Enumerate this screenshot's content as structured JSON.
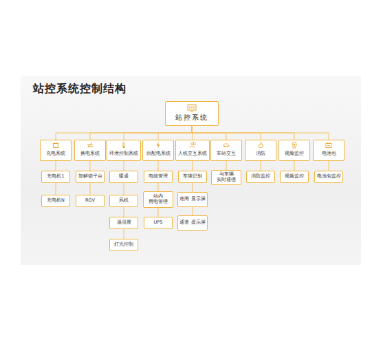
{
  "diagram": {
    "title": "站控系统控制结构",
    "nodes": [
      {
        "text": [
          "站控系统"
        ]
      },
      {
        "text": [
          "充电系统"
        ]
      },
      {
        "text": [
          "换电系统"
        ]
      },
      {
        "text": [
          "环境控制系统"
        ]
      },
      {
        "text": [
          "供配电系统"
        ]
      },
      {
        "text": [
          "人机交互系统"
        ]
      },
      {
        "text": [
          "车站交互"
        ]
      },
      {
        "text": [
          "消防"
        ]
      },
      {
        "text": [
          "视频监控"
        ]
      },
      {
        "text": [
          "电池包"
        ]
      },
      {
        "text": [
          "充电机1"
        ]
      },
      {
        "text": [
          "充电机N"
        ]
      },
      {
        "text": [
          "加解锁平台"
        ]
      },
      {
        "text": [
          "RGV"
        ]
      },
      {
        "text": [
          "暖通"
        ]
      },
      {
        "text": [
          "风机"
        ]
      },
      {
        "text": [
          "温湿度"
        ]
      },
      {
        "text": [
          "灯光控制"
        ]
      },
      {
        "text": [
          "电能管理"
        ]
      },
      {
        "text": [
          "站内 用电管理"
        ]
      },
      {
        "text": [
          "UPS"
        ]
      },
      {
        "text": [
          "车牌识别"
        ]
      },
      {
        "text": [
          "道闸 显示屏"
        ]
      },
      {
        "text": [
          "通道 提示屏"
        ]
      },
      {
        "text": [
          "与车辆 实时通信"
        ]
      },
      {
        "text": [
          "消防监控"
        ]
      },
      {
        "text": [
          "视频监控"
        ]
      },
      {
        "text": [
          "电池包监控"
        ]
      }
    ],
    "edges": [
      {
        "from": 0,
        "to": 1,
        "arrow": "none"
      },
      {
        "from": 0,
        "to": 2,
        "arrow": "none"
      },
      {
        "from": 0,
        "to": 3,
        "arrow": "none"
      },
      {
        "from": 0,
        "to": 4,
        "arrow": "none"
      },
      {
        "from": 0,
        "to": 5,
        "arrow": "none"
      },
      {
        "from": 0,
        "to": 6,
        "arrow": "none"
      },
      {
        "from": 0,
        "to": 7,
        "arrow": "none"
      },
      {
        "from": 0,
        "to": 8,
        "arrow": "none"
      },
      {
        "from": 0,
        "to": 9,
        "arrow": "none"
      },
      {
        "from": 1,
        "to": 10,
        "arrow": "none"
      },
      {
        "from": 10,
        "to": 11,
        "arrow": "none"
      },
      {
        "from": 2,
        "to": 12,
        "arrow": "none"
      },
      {
        "from": 12,
        "to": 13,
        "arrow": "none"
      },
      {
        "from": 3,
        "to": 14,
        "arrow": "none"
      },
      {
        "from": 14,
        "to": 15,
        "arrow": "none"
      },
      {
        "from": 15,
        "to": 16,
        "arrow": "none"
      },
      {
        "from": 16,
        "to": 17,
        "arrow": "none"
      },
      {
        "from": 4,
        "to": 18,
        "arrow": "none"
      },
      {
        "from": 18,
        "to": 19,
        "arrow": "none"
      },
      {
        "from": 19,
        "to": 20,
        "arrow": "none"
      },
      {
        "from": 5,
        "to": 21,
        "arrow": "none"
      },
      {
        "from": 21,
        "to": 22,
        "arrow": "none"
      },
      {
        "from": 22,
        "to": 23,
        "arrow": "none"
      },
      {
        "from": 6,
        "to": 24,
        "arrow": "none"
      },
      {
        "from": 7,
        "to": 25,
        "arrow": "none"
      },
      {
        "from": 8,
        "to": 26,
        "arrow": "none"
      },
      {
        "from": 9,
        "to": 27,
        "arrow": "none"
      }
    ]
  }
}
